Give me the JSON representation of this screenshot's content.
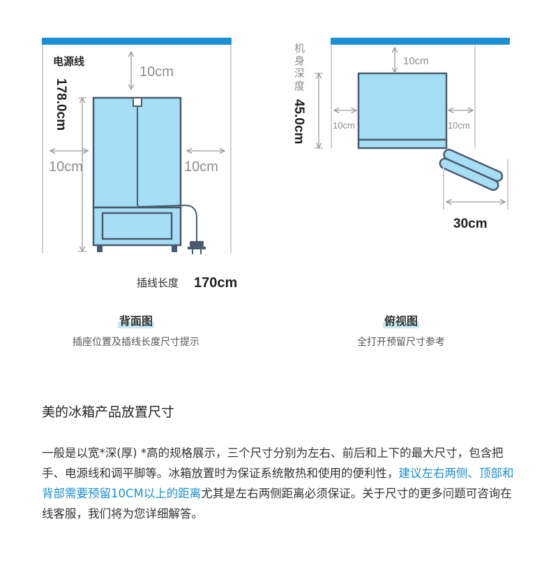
{
  "back_view": {
    "power_cord_label": "电源线",
    "height_value": "178.0cm",
    "top_clearance": "10cm",
    "left_clearance": "10cm",
    "right_clearance": "10cm",
    "plug_cord_length_label": "插线长度",
    "plug_cord_length_value": "170cm",
    "title": "背面图",
    "subtitle": "插座位置及插线长度尺寸提示"
  },
  "top_view": {
    "depth_label_chars": [
      "机",
      "身",
      "深",
      "度"
    ],
    "depth_value": "45.0cm",
    "top_clearance": "10cm",
    "left_clearance": "10cm",
    "right_clearance": "10cm",
    "door_swing": "30cm",
    "title": "俯视图",
    "subtitle": "全打开预留尺寸参考"
  },
  "section_title": "美的冰箱产品放置尺寸",
  "description": {
    "part1": "一般是以宽*深(厚) *高的规格展示，三个尺寸分别为左右、前后和上下的最大尺寸，包含把手、电源线和调平脚等。冰箱放置时为保证系统散热和使用的便利性，",
    "highlight": "建议左右两侧、顶部和背部需要预留10CM以上的距离",
    "part2": "尤其是左右两侧距离必须保证。关于尺寸的更多问题可咨询在线客服，我们将为您详细解答。"
  },
  "colors": {
    "ceiling_blue": "#1b8fd6",
    "fridge_fill": "#a6def6",
    "outline": "#4a5a6e",
    "highlight_text": "#1d8fcf"
  }
}
